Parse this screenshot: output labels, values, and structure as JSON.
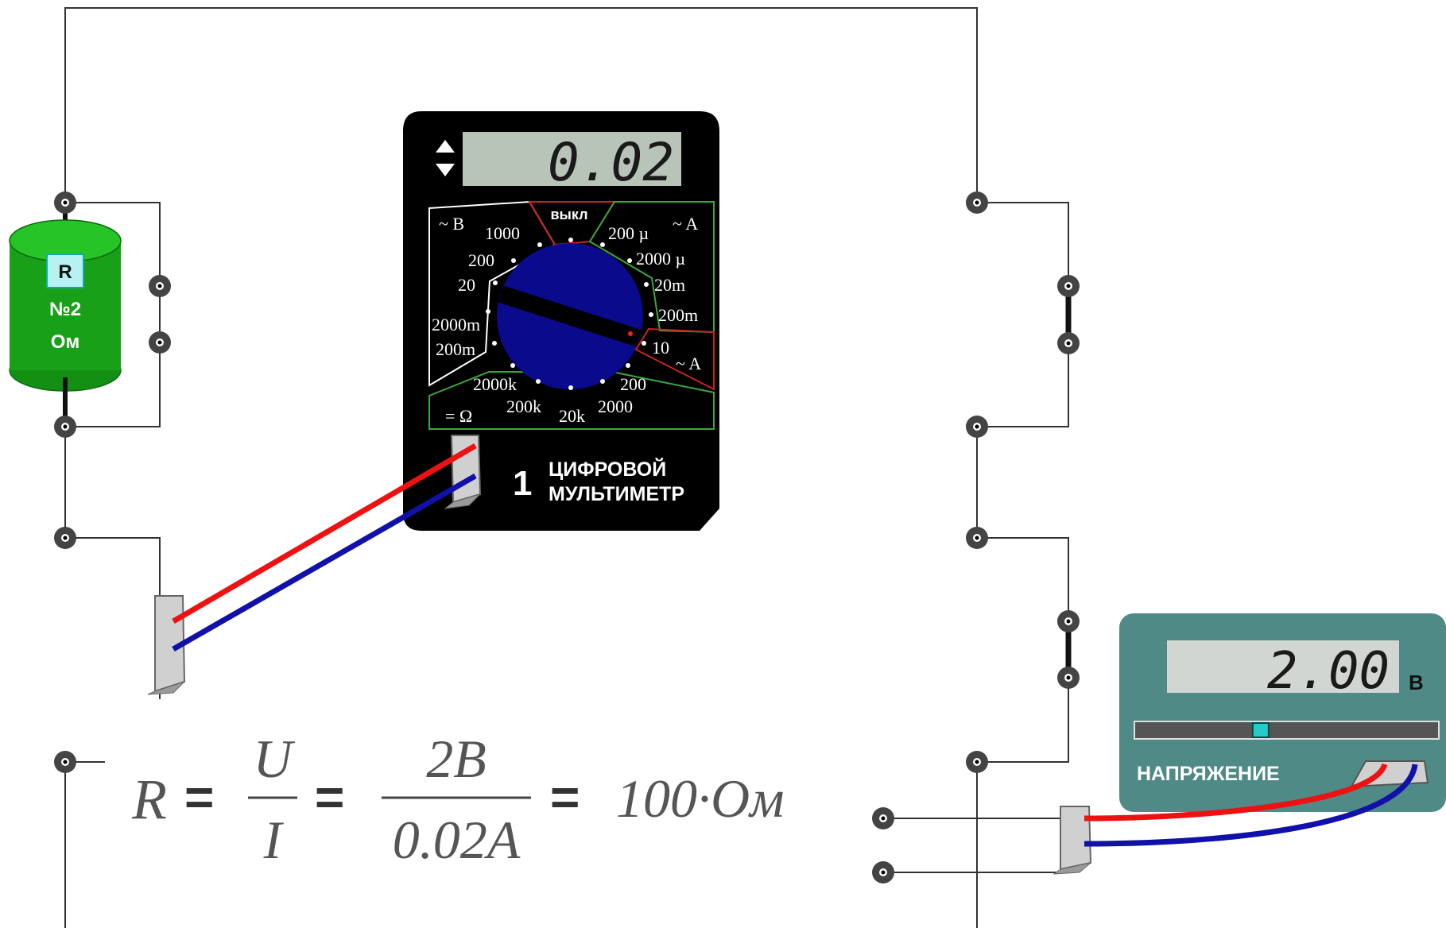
{
  "multimeter": {
    "display_value": "0.02",
    "switch_off_label": "выкл",
    "section_v_label": "~ B",
    "section_a_label": "~ A",
    "section_dc_a_label": "~ A",
    "section_ohm_label": "= Ω",
    "range_labels": {
      "v1000": "1000",
      "v200": "200",
      "v20": "20",
      "m2000": "2000m",
      "m200": "200m",
      "ohm2000k": "2000k",
      "ohm200k": "200k",
      "ohm20k": "20k",
      "ohm2000": "2000",
      "ohm200": "200",
      "a200u": "200 µ",
      "a2000u": "2000 µ",
      "a20m": "20m",
      "a200m": "200m",
      "a10": "10"
    },
    "number": "1",
    "title_line1": "ЦИФРОВОЙ",
    "title_line2": "МУЛЬТИМЕТР",
    "colors": {
      "body": "#000000",
      "dial": "#0a0a8c",
      "lcd": "#b9c4b9",
      "frame": "#ffffff",
      "a_frame": "#3aa83a",
      "off_frame": "#cc2222"
    }
  },
  "resistor": {
    "tag": "R",
    "number": "№2",
    "unit": "Ом",
    "color": "#18a018"
  },
  "voltage_source": {
    "display_value": "2.00",
    "unit": "В",
    "label": "НАПРЯЖЕНИЕ",
    "slider_level": 0.41,
    "color": "#4f8a86"
  },
  "formula": {
    "lhs": "R",
    "num1": "U",
    "den1": "I",
    "num2": "2B",
    "den2": "0.02A",
    "result": "100·Ом",
    "eq": "="
  },
  "wires": {
    "red": "#ee1111",
    "blue": "#1111aa"
  }
}
